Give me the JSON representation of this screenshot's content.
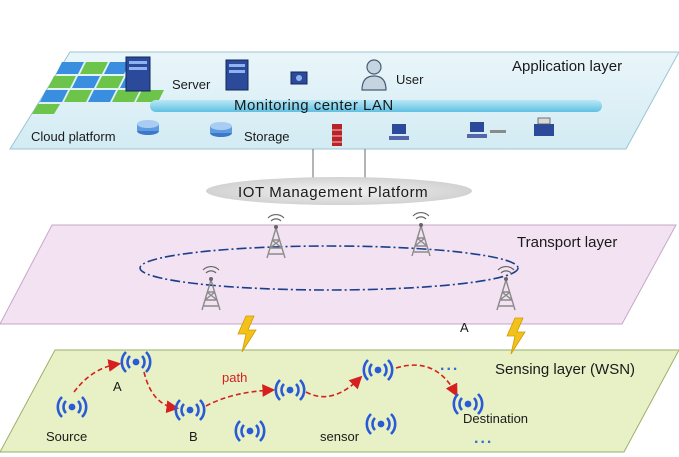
{
  "layers": {
    "application": "Application layer",
    "transport": "Transport layer",
    "sensing": "Sensing layer (WSN)"
  },
  "application": {
    "server": "Server",
    "user": "User",
    "lan": "Monitoring   center   LAN",
    "cloud": "Cloud platform",
    "storage": "Storage"
  },
  "platform": "IOT  Management  Platform",
  "transport": {
    "node_a": "A"
  },
  "sensing": {
    "path": "path",
    "node_a": "A",
    "node_b": "B",
    "source": "Source",
    "sensor": "sensor",
    "destination": "Destination",
    "dots": "..."
  },
  "colors": {
    "application_plane": "#dff0f6",
    "transport_plane": "#f2e2f2",
    "sensing_plane": "#e8f1c6",
    "lan_bar": "#7fd0ea",
    "sensor_icon": "#2a5bd7",
    "path_arrow": "#d62020",
    "lightning": "#f3c21a"
  },
  "icons": {
    "server": "server-icon",
    "user": "user-icon",
    "storage": "database-icon",
    "firewall": "firewall-icon",
    "workstation": "computer-icon",
    "tower": "radio-tower-icon",
    "sensor": "wireless-sensor-icon",
    "link": "lightning-icon"
  }
}
